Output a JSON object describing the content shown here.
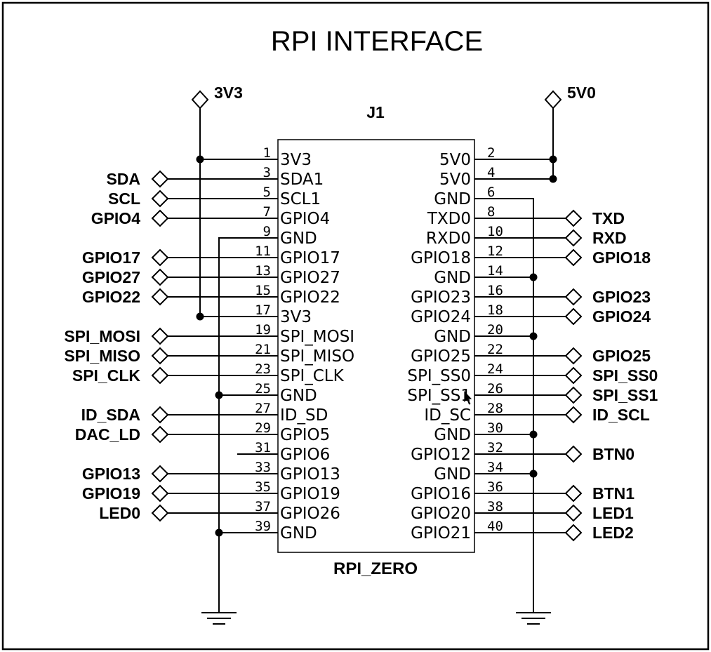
{
  "title": "RPI INTERFACE",
  "designator": "J1",
  "part_name": "RPI_ZERO",
  "power_left": "3V3",
  "power_right": "5V0",
  "left_pins": [
    {
      "num": "1",
      "name": "3V3",
      "net": "",
      "conn": "pwr"
    },
    {
      "num": "3",
      "name": "SDA1",
      "net": "SDA",
      "conn": "port"
    },
    {
      "num": "5",
      "name": "SCL1",
      "net": "SCL",
      "conn": "port"
    },
    {
      "num": "7",
      "name": "GPIO4",
      "net": "GPIO4",
      "conn": "port"
    },
    {
      "num": "9",
      "name": "GND",
      "net": "",
      "conn": "gnd"
    },
    {
      "num": "11",
      "name": "GPIO17",
      "net": "GPIO17",
      "conn": "port"
    },
    {
      "num": "13",
      "name": "GPIO27",
      "net": "GPIO27",
      "conn": "port"
    },
    {
      "num": "15",
      "name": "GPIO22",
      "net": "GPIO22",
      "conn": "port"
    },
    {
      "num": "17",
      "name": "3V3",
      "net": "",
      "conn": "pwr"
    },
    {
      "num": "19",
      "name": "SPI_MOSI",
      "net": "SPI_MOSI",
      "conn": "port"
    },
    {
      "num": "21",
      "name": "SPI_MISO",
      "net": "SPI_MISO",
      "conn": "port"
    },
    {
      "num": "23",
      "name": "SPI_CLK",
      "net": "SPI_CLK",
      "conn": "port"
    },
    {
      "num": "25",
      "name": "GND",
      "net": "",
      "conn": "gnd"
    },
    {
      "num": "27",
      "name": "ID_SD",
      "net": "ID_SDA",
      "conn": "port"
    },
    {
      "num": "29",
      "name": "GPIO5",
      "net": "DAC_LD",
      "conn": "port"
    },
    {
      "num": "31",
      "name": "GPIO6",
      "net": "",
      "conn": "nc"
    },
    {
      "num": "33",
      "name": "GPIO13",
      "net": "GPIO13",
      "conn": "port"
    },
    {
      "num": "35",
      "name": "GPIO19",
      "net": "GPIO19",
      "conn": "port"
    },
    {
      "num": "37",
      "name": "GPIO26",
      "net": "LED0",
      "conn": "port"
    },
    {
      "num": "39",
      "name": "GND",
      "net": "",
      "conn": "gnd"
    }
  ],
  "right_pins": [
    {
      "num": "2",
      "name": "5V0",
      "net": "",
      "conn": "pwr"
    },
    {
      "num": "4",
      "name": "5V0",
      "net": "",
      "conn": "pwr"
    },
    {
      "num": "6",
      "name": "GND",
      "net": "",
      "conn": "gnd"
    },
    {
      "num": "8",
      "name": "TXD0",
      "net": "TXD",
      "conn": "port"
    },
    {
      "num": "10",
      "name": "RXD0",
      "net": "RXD",
      "conn": "port"
    },
    {
      "num": "12",
      "name": "GPIO18",
      "net": "GPIO18",
      "conn": "port"
    },
    {
      "num": "14",
      "name": "GND",
      "net": "",
      "conn": "gnd"
    },
    {
      "num": "16",
      "name": "GPIO23",
      "net": "GPIO23",
      "conn": "port"
    },
    {
      "num": "18",
      "name": "GPIO24",
      "net": "GPIO24",
      "conn": "port"
    },
    {
      "num": "20",
      "name": "GND",
      "net": "",
      "conn": "gnd"
    },
    {
      "num": "22",
      "name": "GPIO25",
      "net": "GPIO25",
      "conn": "port"
    },
    {
      "num": "24",
      "name": "SPI_SS0",
      "net": "SPI_SS0",
      "conn": "port"
    },
    {
      "num": "26",
      "name": "SPI_SS1",
      "net": "SPI_SS1",
      "conn": "port"
    },
    {
      "num": "28",
      "name": "ID_SC",
      "net": "ID_SCL",
      "conn": "port"
    },
    {
      "num": "30",
      "name": "GND",
      "net": "",
      "conn": "gnd"
    },
    {
      "num": "32",
      "name": "GPIO12",
      "net": "BTN0",
      "conn": "port"
    },
    {
      "num": "34",
      "name": "GND",
      "net": "",
      "conn": "gnd"
    },
    {
      "num": "36",
      "name": "GPIO16",
      "net": "BTN1",
      "conn": "port"
    },
    {
      "num": "38",
      "name": "GPIO20",
      "net": "LED1",
      "conn": "port"
    },
    {
      "num": "40",
      "name": "GPIO21",
      "net": "LED2",
      "conn": "port"
    }
  ]
}
